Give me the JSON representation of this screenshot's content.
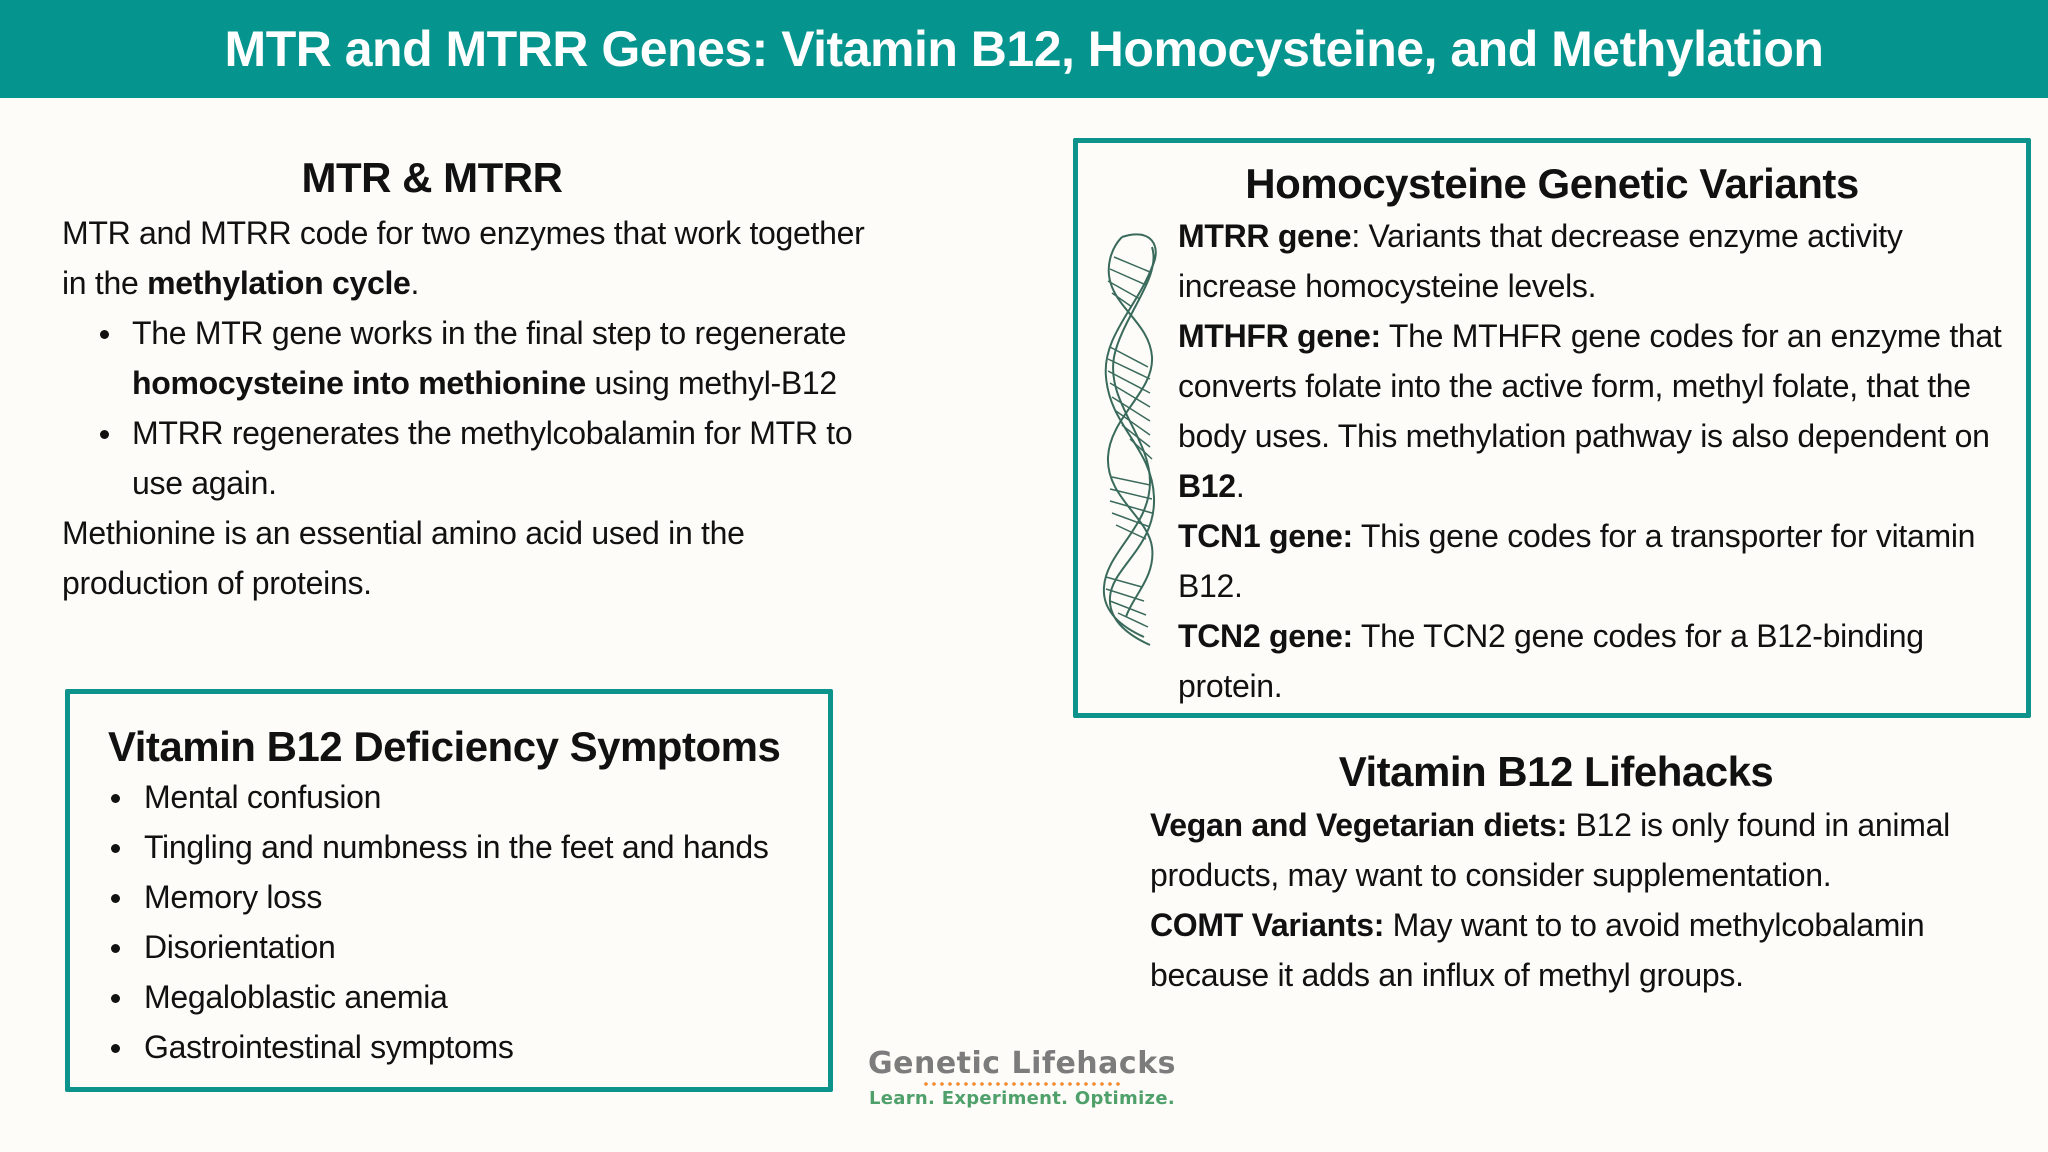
{
  "header": {
    "title": "MTR and MTRR Genes: Vitamin B12, Homocysteine, and Methylation",
    "background_color": "#06948e"
  },
  "mtr_section": {
    "title": "MTR & MTRR",
    "intro_prefix": "MTR and MTRR code for two enzymes that work together in the ",
    "intro_bold": "methylation cycle",
    "intro_suffix": ".",
    "bullets": [
      {
        "prefix": "The MTR gene works in the final step to regenerate ",
        "bold": "homocysteine into methionine",
        "suffix": " using methyl-B12"
      },
      {
        "prefix": "MTRR regenerates the methylcobalamin for MTR to use again.",
        "bold": "",
        "suffix": ""
      }
    ],
    "closing": "Methionine is an essential amino acid used in the production of proteins."
  },
  "deficiency_box": {
    "title": "Vitamin B12 Deficiency Symptoms",
    "items": [
      "Mental confusion",
      "Tingling and numbness in the feet and hands",
      "Memory loss",
      "Disorientation",
      "Megaloblastic anemia",
      "Gastrointestinal symptoms"
    ],
    "border_color": "#0b938c"
  },
  "variants_box": {
    "title": "Homocysteine Genetic Variants",
    "icon": "dna-helix-icon",
    "entries": [
      {
        "label": "MTRR gene",
        "sep": ": ",
        "text": "Variants that decrease enzyme activity increase homocysteine levels.",
        "bold_tail": "",
        "tail": ""
      },
      {
        "label": "MTHFR gene:",
        "sep": " ",
        "text": "The MTHFR gene codes for an enzyme that converts folate into the active form, methyl folate, that the body uses. This methylation pathway is also dependent on ",
        "bold_tail": "B12",
        "tail": "."
      },
      {
        "label": "TCN1 gene:",
        "sep": " ",
        "text": "This gene codes for a transporter for vitamin B12.",
        "bold_tail": "",
        "tail": ""
      },
      {
        "label": "TCN2 gene:",
        "sep": " ",
        "text": "The TCN2 gene codes for a B12-binding protein.",
        "bold_tail": "",
        "tail": ""
      }
    ]
  },
  "lifehacks": {
    "title": "Vitamin B12 Lifehacks",
    "entries": [
      {
        "label": "Vegan and Vegetarian diets:",
        "text": " B12 is only found in animal products, may want to consider supplementation."
      },
      {
        "label": "COMT Variants:",
        "text": " May want to to avoid methylcobalamin because it adds an influx of methyl groups."
      }
    ]
  },
  "logo": {
    "name": "Genetic Lifehacks",
    "tagline": "Learn. Experiment. Optimize.",
    "name_color": "#7c7c7c",
    "dots_color": "#f28a2e",
    "tagline_color": "#4fa06a"
  }
}
